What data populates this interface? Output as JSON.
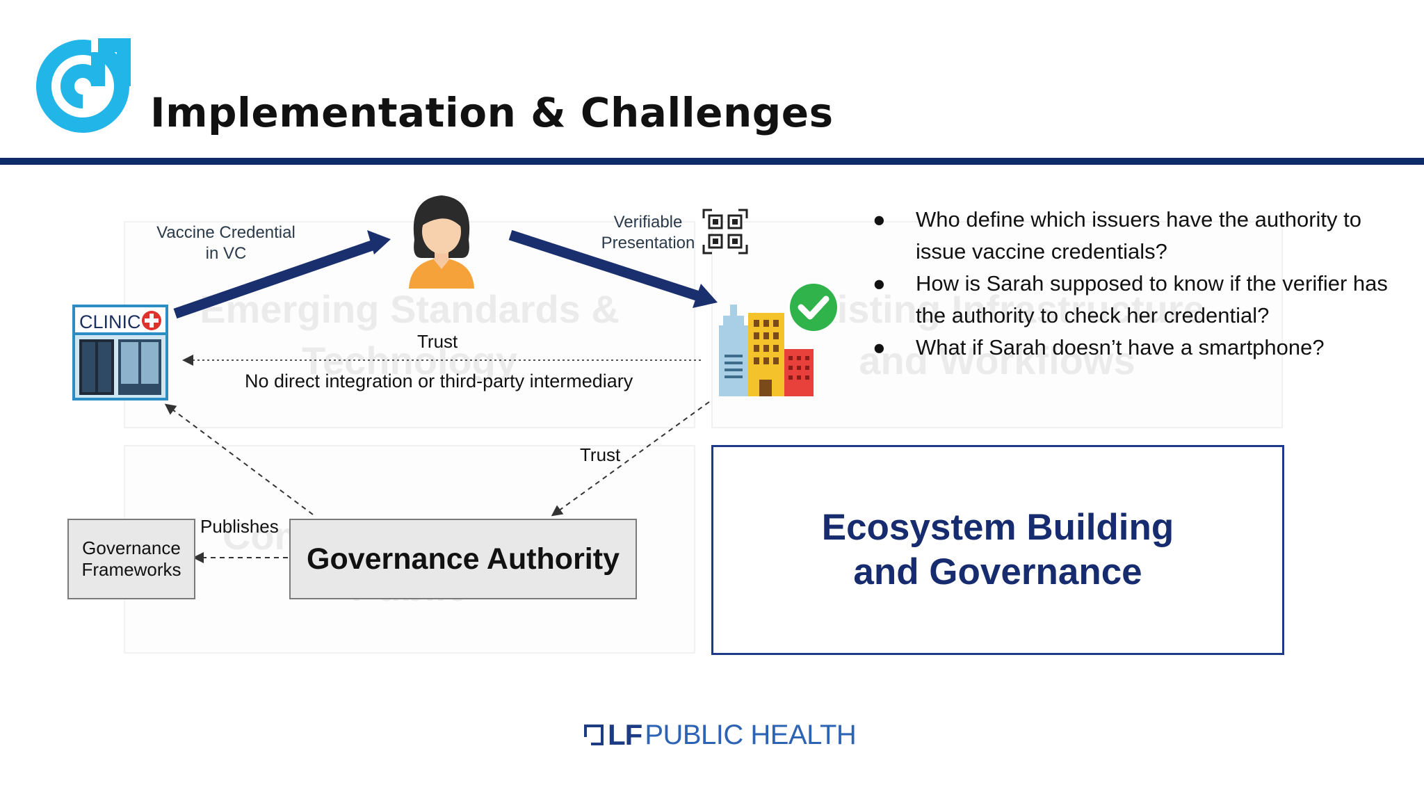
{
  "slide": {
    "title": "Implementation & Challenges"
  },
  "background_sections": {
    "top_left": "Emerging Standards & Technology",
    "top_right": "Existing Infrastructure and Workflows",
    "bottom_left": "Communication and Public"
  },
  "diagram": {
    "clinic_sign": "CLINIC",
    "vaccine_credential_label": "Vaccine Credential in VC",
    "verifiable_presentation_label": "Verifiable Presentation",
    "trust_top_label": "Trust",
    "no_integration_label": "No direct integration or third-party intermediary",
    "trust_right_label": "Trust",
    "publishes_label": "Publishes",
    "governance_frameworks": "Governance Frameworks",
    "governance_authority": "Governance Authority"
  },
  "ecosystem_box": {
    "label": "Ecosystem Building and Governance"
  },
  "questions": [
    "Who define which issuers have the authority to issue vaccine credentials?",
    "How is Sarah supposed to know if the verifier has the authority to check her credential?",
    "What if Sarah doesn’t have a smartphone?"
  ],
  "bullet_char": "●",
  "footer": {
    "mark": "LF",
    "name": "PUBLIC HEALTH"
  },
  "colors": {
    "navy": "#0e2a6b",
    "arrow_navy": "#1a2f6e",
    "accent_cyan": "#22b6e8",
    "ecosystem_text": "#162c6e",
    "footer_blue": "#2d63b5"
  }
}
